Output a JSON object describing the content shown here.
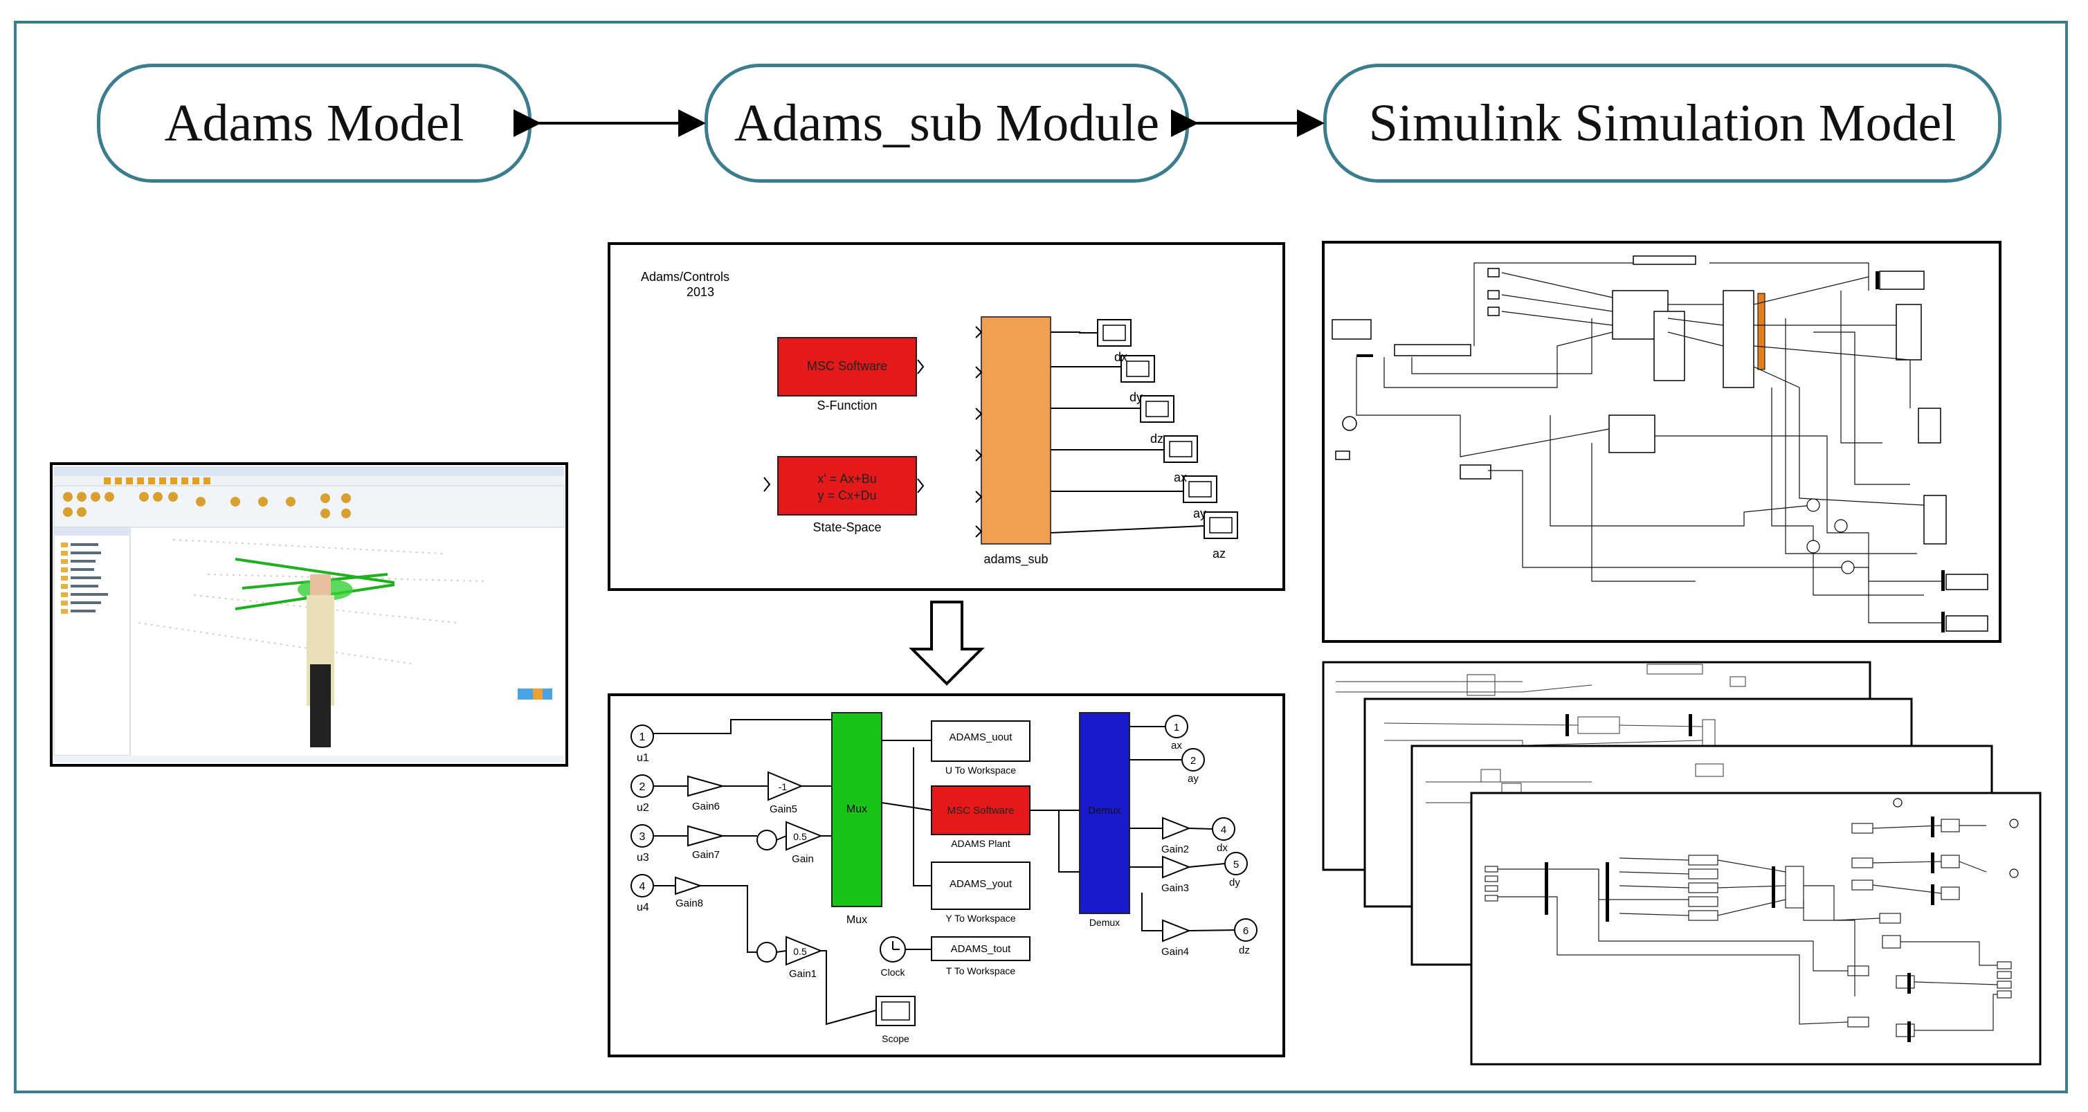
{
  "top_boxes": {
    "adams_model": "Adams Model",
    "adams_sub_module": "Adams_sub Module",
    "simulink_model": "Simulink Simulation Model"
  },
  "adams_controls": {
    "title_line1": "Adams/Controls",
    "title_line2": "2013",
    "sfunction_block": "MSC Software",
    "sfunction_label": "S-Function",
    "statespace_line1": "x' = Ax+Bu",
    "statespace_line2": "y = Cx+Du",
    "statespace_label": "State-Space",
    "adams_sub_label": "adams_sub",
    "outputs": [
      "dx",
      "dy",
      "dz",
      "ax",
      "ay",
      "az"
    ]
  },
  "adams_sub_detail": {
    "inputs": [
      {
        "num": "1",
        "name": "u1"
      },
      {
        "num": "2",
        "name": "u2"
      },
      {
        "num": "3",
        "name": "u3"
      },
      {
        "num": "4",
        "name": "u4"
      }
    ],
    "gains": {
      "gain6": "Gain6",
      "gain7": "Gain7",
      "gain8": "Gain8",
      "gain5": "Gain5",
      "gain": "Gain",
      "gain1": "Gain1",
      "gain2": "Gain2",
      "gain3": "Gain3",
      "gain4": "Gain4",
      "gain5_value": "-1",
      "gain_value": "0.5",
      "gain1_value": "0.5"
    },
    "mux_text": "Mux",
    "mux_label": "Mux",
    "uout_block": "ADAMS_uout",
    "uout_label": "U To Workspace",
    "plant_block": "MSC Software",
    "plant_label": "ADAMS Plant",
    "yout_block": "ADAMS_yout",
    "yout_label": "Y To Workspace",
    "clock_label": "Clock",
    "tout_block": "ADAMS_tout",
    "tout_label": "T To Workspace",
    "demux_text": "Demux",
    "demux_label": "Demux",
    "scope_label": "Scope",
    "outputs": [
      {
        "num": "1",
        "name": "ax"
      },
      {
        "num": "2",
        "name": "ay"
      },
      {
        "num": "4",
        "name": "dx"
      },
      {
        "num": "5",
        "name": "dy"
      },
      {
        "num": "6",
        "name": "dz"
      }
    ]
  },
  "colors": {
    "frame": "#3b7d8c",
    "red_block": "#e41a1a",
    "mux_green": "#19c419",
    "demux_blue": "#1a1acc",
    "adams_sub_orange": "#f0a050"
  }
}
